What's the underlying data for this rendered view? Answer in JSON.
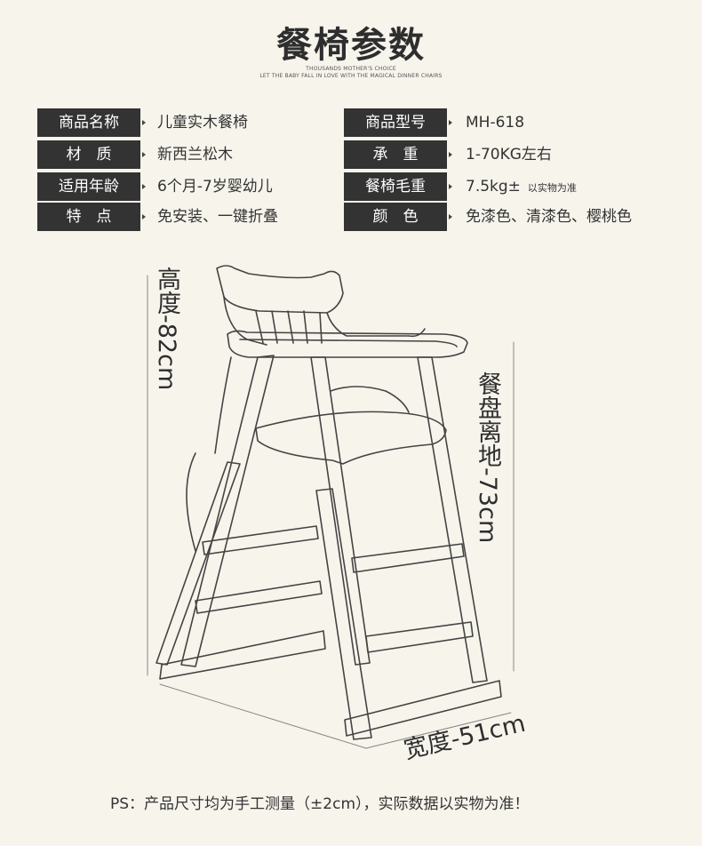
{
  "header": {
    "title": "餐椅参数",
    "subtitle1": "THOUSANDS MOTHER'S CHOICE",
    "subtitle2": "LET THE BABY FALL IN LOVE WITH THE MAGICAL DINNER CHAIRS"
  },
  "params": {
    "left": [
      {
        "label": "商品名称",
        "value": "儿童实木餐椅"
      },
      {
        "label": "材　质",
        "value": "新西兰松木"
      },
      {
        "label": "适用年龄",
        "value": "6个月-7岁婴幼儿"
      },
      {
        "label": "特　点",
        "value": "免安装、一键折叠"
      }
    ],
    "right": [
      {
        "label": "商品型号",
        "value": "MH-618"
      },
      {
        "label": "承　重",
        "value": "1-70KG左右"
      },
      {
        "label": "餐椅毛重",
        "value": "7.5kg±",
        "note": "以实物为准"
      },
      {
        "label": "颜　色",
        "value": "免漆色、清漆色、樱桃色"
      }
    ]
  },
  "dimensions": {
    "height": "高度-82cm",
    "tray": "餐盘离地-73cm",
    "width": "宽度-51cm"
  },
  "footer": {
    "ps": "PS：产品尺寸均为手工测量（±2cm），实际数据以实物为准！"
  },
  "colors": {
    "background": "#f7f4ec",
    "label_bg": "#333333",
    "label_text": "#ffffff",
    "line": "#444444"
  }
}
